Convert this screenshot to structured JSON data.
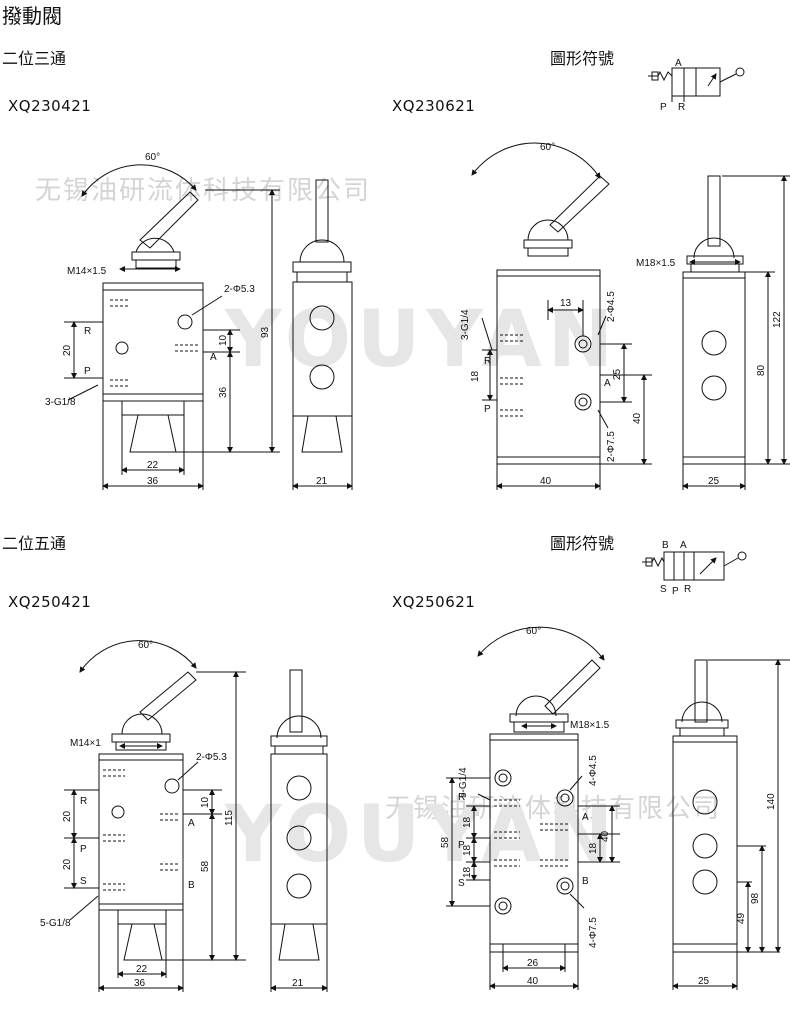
{
  "title": "撥動閥",
  "watermark": {
    "company": "无锡油研流体科技有限公司",
    "logo": "YOUYAN"
  },
  "section1": {
    "name": "二位三通",
    "symbol_label": "圖形符號",
    "symbol_ports": {
      "a": "A",
      "p": "P",
      "r": "R"
    },
    "left": {
      "model": "XQ230421",
      "angle": "60°",
      "thread_top": "M14×1.5",
      "holes": "2-Φ5.3",
      "port_r": "R",
      "port_p": "P",
      "port_a": "A",
      "ports": "3-G1/8",
      "d20": "20",
      "d10": "10",
      "d36v": "36",
      "d93": "93",
      "d22": "22",
      "d36": "36",
      "d21": "21"
    },
    "right": {
      "model": "XQ230621",
      "angle": "60°",
      "thread_top": "M18×1.5",
      "ports": "3-G1/4",
      "d13": "13",
      "holes_top": "2-Φ4.5",
      "port_r": "R",
      "port_p": "P",
      "port_a": "A",
      "d18": "18",
      "d25": "25",
      "d40v": "40",
      "holes_bot": "2-Φ7.5",
      "d80": "80",
      "d122": "122",
      "d40": "40",
      "d25w": "25"
    }
  },
  "section2": {
    "name": "二位五通",
    "symbol_label": "圖形符號",
    "symbol_ports": {
      "b": "B",
      "a": "A",
      "s": "S",
      "p": "P",
      "r": "R"
    },
    "left": {
      "model": "XQ250421",
      "angle": "60°",
      "thread_top": "M14×1",
      "holes": "2-Φ5.3",
      "port_r": "R",
      "port_p": "P",
      "port_s": "S",
      "port_a": "A",
      "port_b": "B",
      "ports": "5-G1/8",
      "d20a": "20",
      "d20b": "20",
      "d10": "10",
      "d58": "58",
      "d115": "115",
      "d22": "22",
      "d36": "36",
      "d21": "21"
    },
    "right": {
      "model": "XQ250621",
      "angle": "60°",
      "thread_top": "M18×1.5",
      "ports": "5-G1/4",
      "holes_top": "4-Φ4.5",
      "port_r": "R",
      "port_p": "P",
      "port_s": "S",
      "port_a": "A",
      "port_b": "B",
      "d58": "58",
      "d18a": "18",
      "d18b": "18",
      "d18c": "18",
      "d18d": "18",
      "d40v": "40",
      "holes_bot": "4-Φ7.5",
      "d26": "26",
      "d40": "40",
      "d140": "140",
      "d98": "98",
      "d49": "49",
      "d25": "25"
    }
  }
}
